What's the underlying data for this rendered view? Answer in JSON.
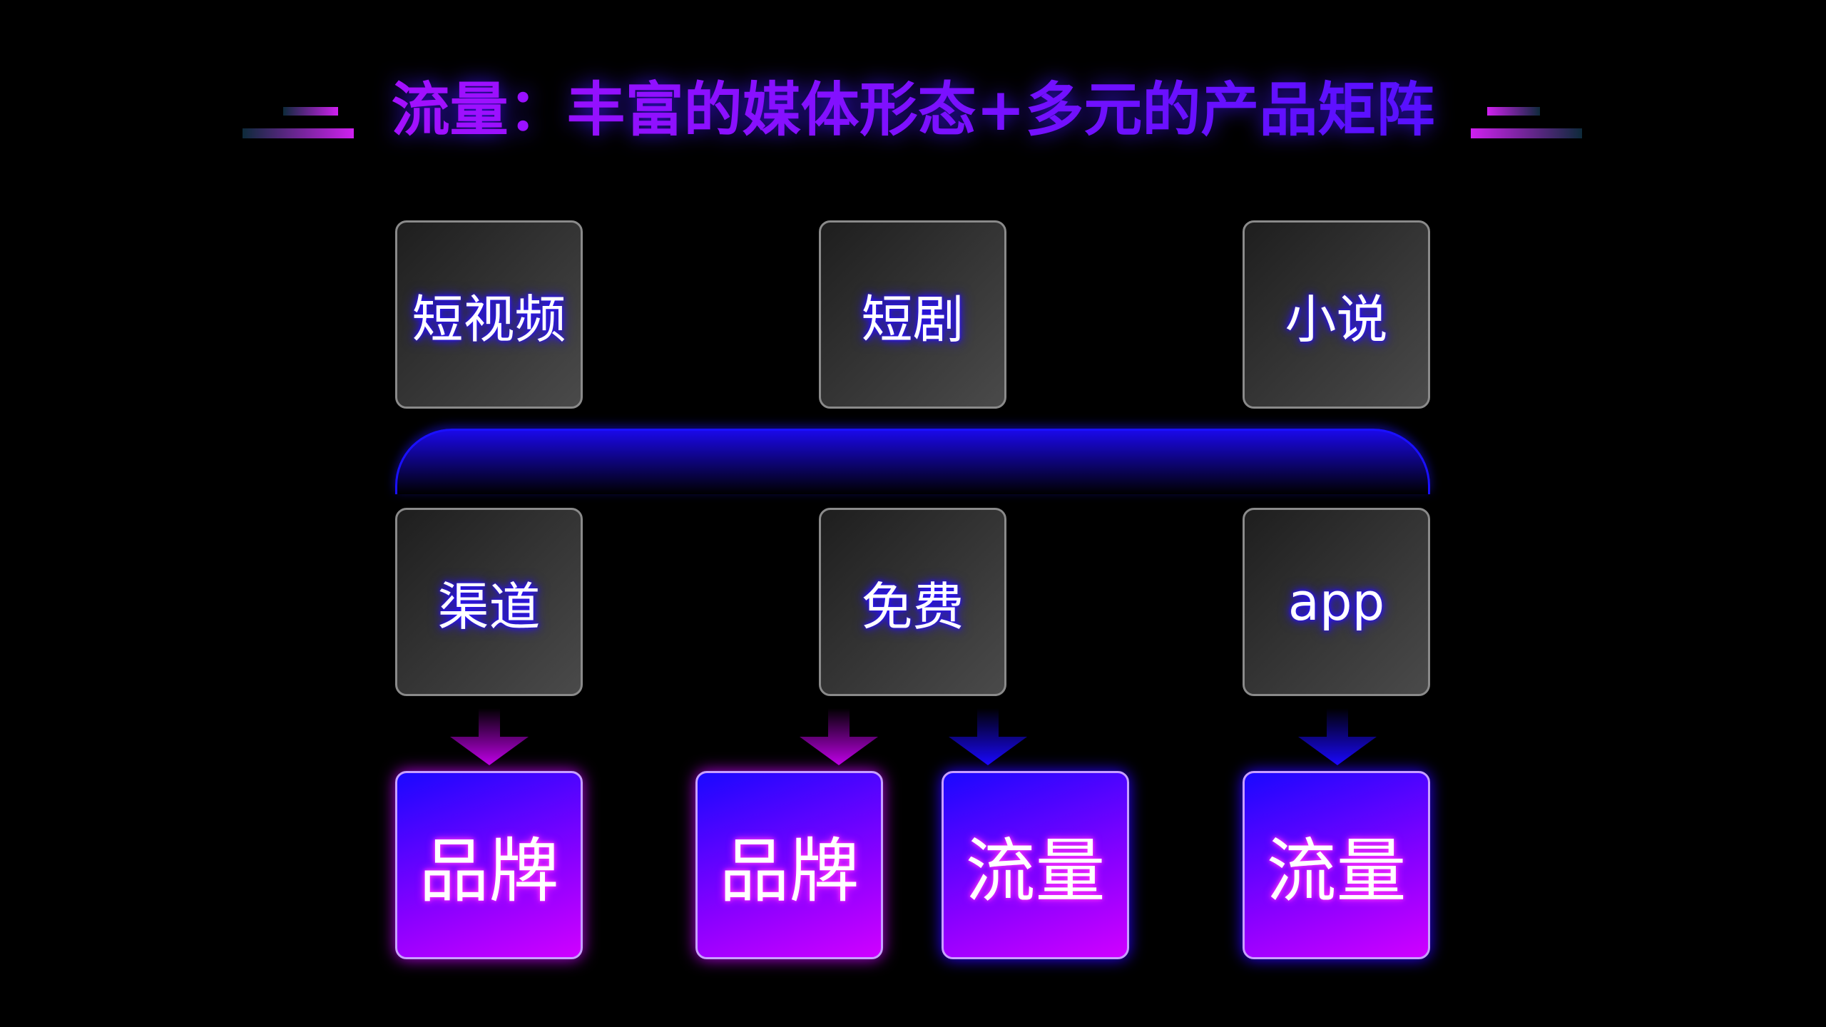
{
  "title": "流量：丰富的媒体形态+多元的产品矩阵",
  "media_forms": [
    "短视频",
    "短剧",
    "小说"
  ],
  "advantages": [
    "渠道",
    "免费",
    "app"
  ],
  "outcomes": [
    "品牌",
    "品牌",
    "流量",
    "流量"
  ],
  "colors": {
    "purple": "#c000ff",
    "blue": "#1a08ff",
    "background": "#000000"
  }
}
